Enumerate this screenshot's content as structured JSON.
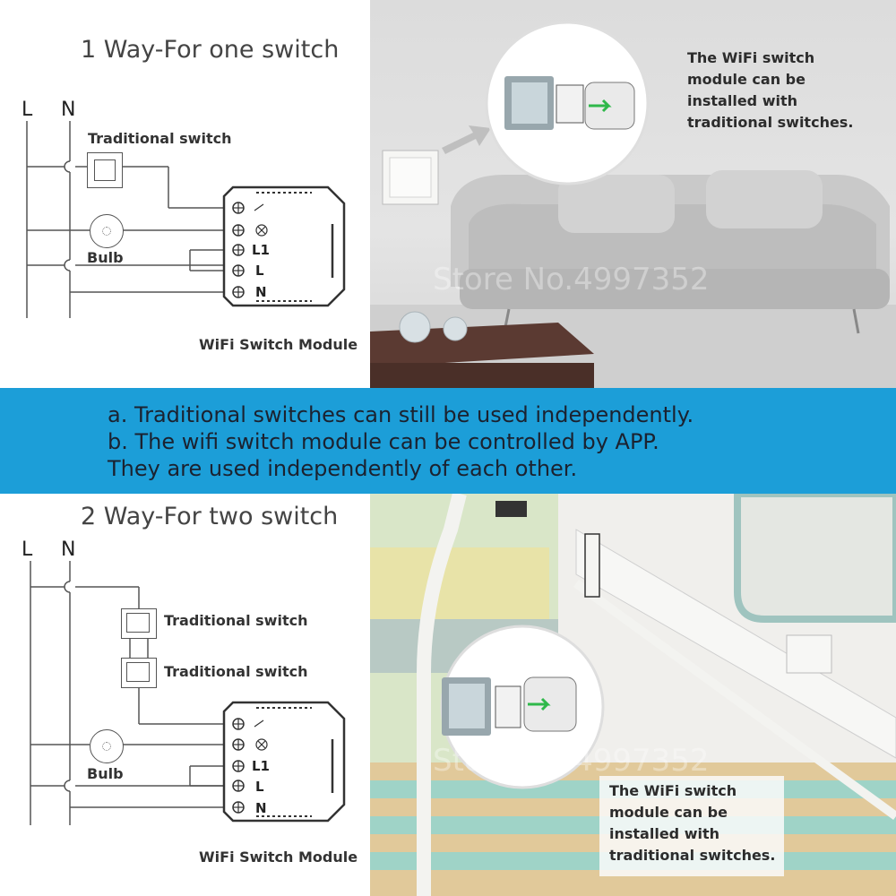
{
  "section_top": {
    "title": "1 Way-For one switch",
    "line_label": "L",
    "neutral_label": "N",
    "traditional_switch_label": "Traditional switch",
    "bulb_label": "Bulb",
    "module_label": "WiFi Switch Module",
    "terminals": [
      "L1",
      "L",
      "N"
    ],
    "caption": [
      "The WiFi switch",
      "module can be",
      "installed with",
      "traditional switches."
    ],
    "watermark": "Store No.4997352"
  },
  "banner": {
    "lines": [
      "a. Traditional switches can still be used independently.",
      "b. The wifi switch module can be controlled by APP.",
      "They are used independently of each other."
    ]
  },
  "section_bottom": {
    "title": "2 Way-For two switch",
    "line_label": "L",
    "neutral_label": "N",
    "switch1_label": "Traditional switch",
    "switch2_label": "Traditional switch",
    "bulb_label": "Bulb",
    "module_label": "WiFi Switch Module",
    "terminals": [
      "L1",
      "L",
      "N"
    ],
    "caption": [
      "The WiFi switch",
      "module can be",
      "installed with",
      "traditional switches."
    ],
    "watermark": "Store No.4997352"
  },
  "colors": {
    "banner": "#1c9ed8",
    "wire": "#555555"
  }
}
